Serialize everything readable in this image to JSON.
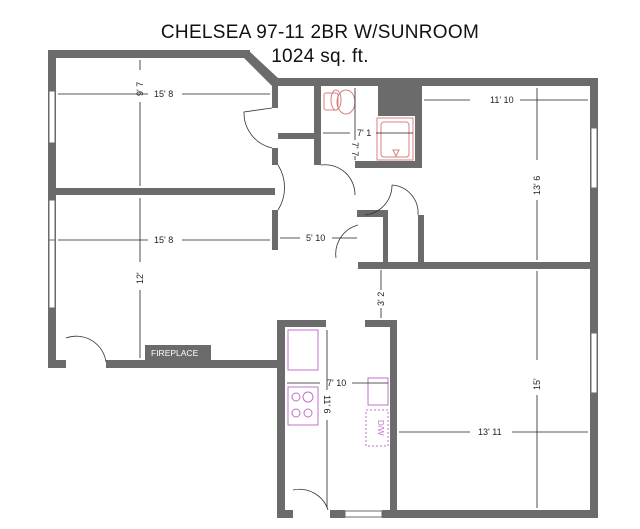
{
  "plan": {
    "title": "CHELSEA 97-11  2BR W/SUNROOM",
    "area": "1024 sq. ft.",
    "labels": {
      "fireplace": "FIREPLACE",
      "dishwasher": "D/W"
    },
    "dimensions": {
      "bedroom1_width": "15' 8",
      "bedroom1_depth": "9' 7",
      "room2_width": "15' 8",
      "room2_depth": "12'",
      "hall_width": "5' 10",
      "bath_depth": "7' 7",
      "bath_width": "7' 1",
      "bedroom2_width": "11' 10",
      "bedroom2_depth": "13' 6",
      "hall_gap": "3' 2",
      "kitchen_width": "7' 10",
      "kitchen_depth": "11' 6",
      "living_width": "13' 11",
      "living_depth": "15'"
    },
    "colors": {
      "wall": "#6b6b6b",
      "bath_fixtures": "#d58080",
      "kitchen_fixtures": "#c070c8"
    }
  }
}
